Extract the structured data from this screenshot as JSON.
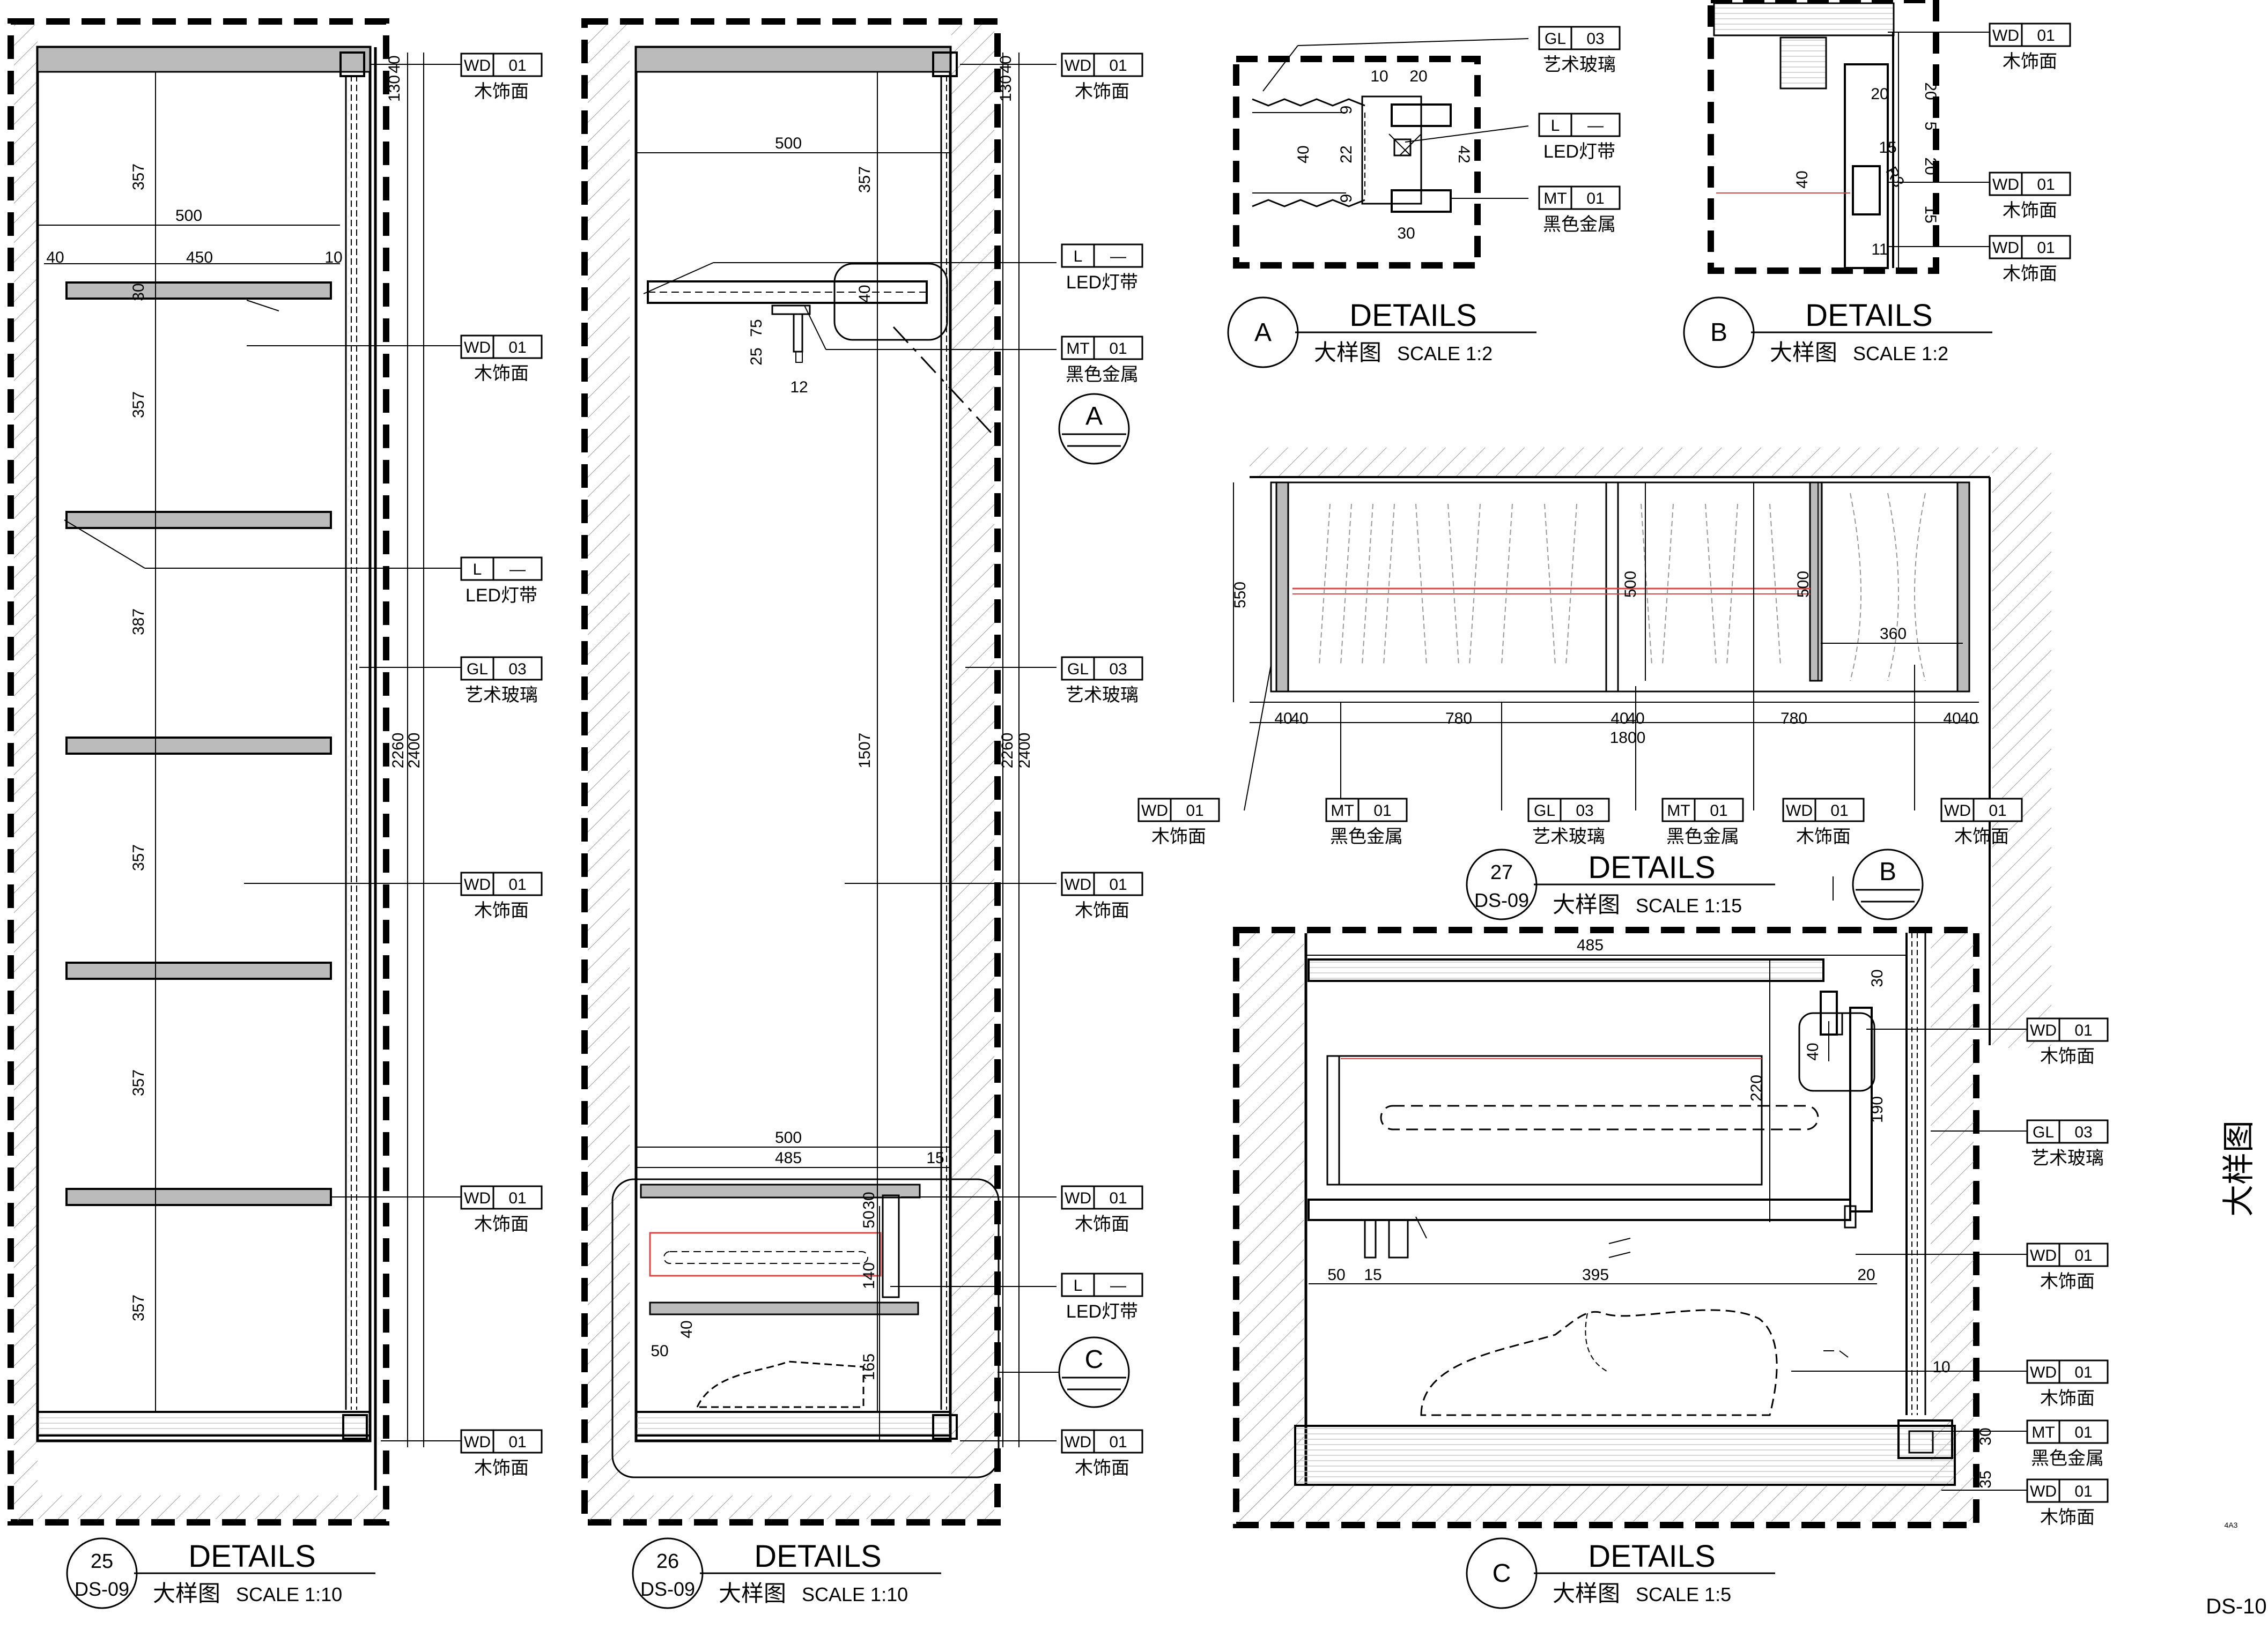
{
  "materials": {
    "wd01": {
      "code": "WD",
      "num": "01",
      "name": "木饰面"
    },
    "gl03": {
      "code": "GL",
      "num": "03",
      "name": "艺术玻璃"
    },
    "led": {
      "code": "L",
      "num": "—",
      "name": "LED灯带"
    },
    "mt01": {
      "code": "MT",
      "num": "01",
      "name": "黑色金属"
    }
  },
  "details": {
    "d25": {
      "num": "25",
      "ref": "DS-09",
      "title": "DETAILS",
      "sub": "大样图",
      "scale": "SCALE  1:10"
    },
    "d26": {
      "num": "26",
      "ref": "DS-09",
      "title": "DETAILS",
      "sub": "大样图",
      "scale": "SCALE  1:10"
    },
    "dA": {
      "num": "A",
      "title": "DETAILS",
      "sub": "大样图",
      "scale": "SCALE  1:2"
    },
    "dB": {
      "num": "B",
      "title": "DETAILS",
      "sub": "大样图",
      "scale": "SCALE  1:2"
    },
    "d27": {
      "num": "27",
      "ref": "DS-09",
      "title": "DETAILS",
      "sub": "大样图",
      "scale": "SCALE  1:15"
    },
    "dC": {
      "num": "C",
      "title": "DETAILS",
      "sub": "大样图",
      "scale": "SCALE  1:5"
    }
  },
  "callouts": {
    "a": "A",
    "b": "B",
    "c": "C"
  },
  "dims": {
    "e25": {
      "d40": "40",
      "d130": "130",
      "d357a": "357",
      "d500": "500",
      "d40b": "40",
      "d450": "450",
      "d10": "10",
      "d30": "30",
      "d357b": "357",
      "d387": "387",
      "d357c": "357",
      "d357d": "357",
      "d357e": "357",
      "d2260": "2260",
      "d2400": "2400"
    },
    "e26": {
      "d500a": "500",
      "d357": "357",
      "d40": "40",
      "d130": "130",
      "d25": "25",
      "d75": "75",
      "d12": "12",
      "d40v": "40",
      "d1507": "1507",
      "d2260": "2260",
      "d2400": "2400",
      "d500b": "500",
      "d485": "485",
      "d15": "15",
      "d50": "50",
      "d140": "140",
      "d165": "165",
      "d50b": "50",
      "d40b": "40",
      "d30": "30"
    },
    "dA": {
      "d10": "10",
      "d20": "20",
      "d9a": "9",
      "d40": "40",
      "d22": "22",
      "d42": "42",
      "d9b": "9",
      "d30": "30"
    },
    "dB": {
      "d20a": "20",
      "d20b": "20",
      "d5": "5",
      "d40": "40",
      "d15a": "15",
      "d20c": "20",
      "d15b": "15",
      "d11": "11",
      "r3": "R3"
    },
    "p27": {
      "d550": "550",
      "d500a": "500",
      "d500b": "500",
      "d360": "360",
      "d40a": "40",
      "d40b": "40",
      "d780a": "780",
      "d40c": "40",
      "d40d": "40",
      "d780b": "780",
      "d40e": "40",
      "d40f": "40",
      "d1800": "1800"
    },
    "dC": {
      "d485": "485",
      "d30": "30",
      "d40": "40",
      "d220": "220",
      "d190": "190",
      "d50": "50",
      "d15": "15",
      "d395": "395",
      "d20": "20",
      "d10": "10",
      "d30b": "30",
      "d35": "35"
    }
  },
  "sheet": {
    "title": "大样图",
    "number": "DS-10",
    "size": "4A3"
  }
}
